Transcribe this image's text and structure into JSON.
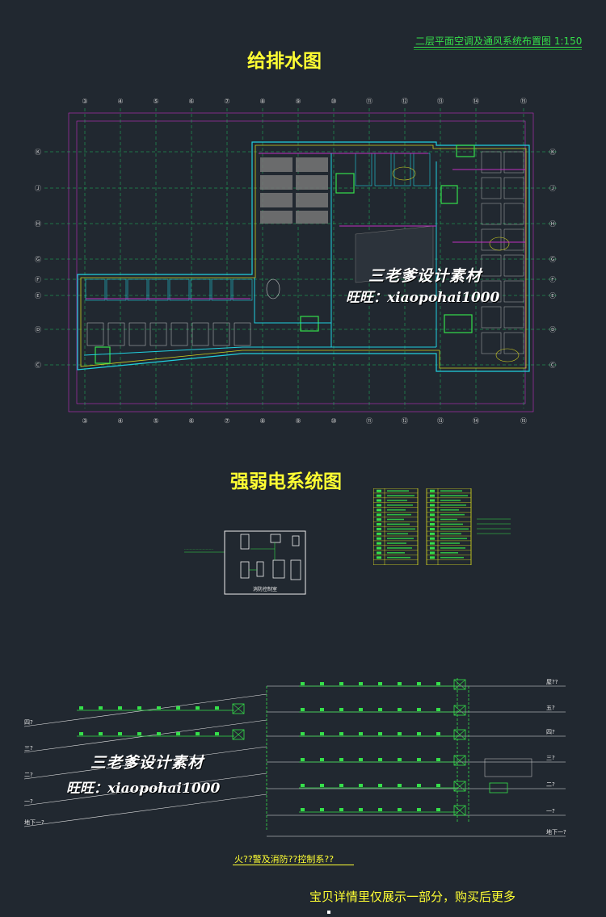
{
  "header": {
    "title_top_right": "二层平面空调及通风系统布置图  1:150"
  },
  "plumbing": {
    "title": "给排水图",
    "column_axes": [
      "③",
      "④",
      "⑤",
      "⑥",
      "⑦",
      "⑧",
      "⑨",
      "⑩",
      "⑪",
      "⑫",
      "⑬",
      "⑭",
      "⑮"
    ],
    "row_axes": [
      "Ⓚ",
      "Ⓙ",
      "Ⓗ",
      "Ⓖ",
      "Ⓕ",
      "Ⓔ",
      "Ⓓ",
      "Ⓒ"
    ]
  },
  "electrical": {
    "title": "强弱电系统图",
    "room_label": "消防控制室"
  },
  "fire_alarm": {
    "caption": "火??警及消防??控制系??",
    "floors_left": [
      "四?",
      "三?",
      "二?",
      "一?",
      "地下一?"
    ],
    "floors_right": [
      "屋??",
      "五?",
      "四?",
      "三?",
      "二?",
      "一?",
      "地下一?"
    ]
  },
  "watermark": {
    "line1": "三老爹设计素材",
    "line2": "旺旺：xiaopohai1000"
  },
  "footer": {
    "note": "宝贝详情里仅展示一部分，购买后更多"
  },
  "colors": {
    "background": "#212830",
    "title_yellow": "#ffff33",
    "cad_green": "#35e04a",
    "cad_magenta": "#c030c0",
    "cad_cyan": "#20d0e0"
  }
}
